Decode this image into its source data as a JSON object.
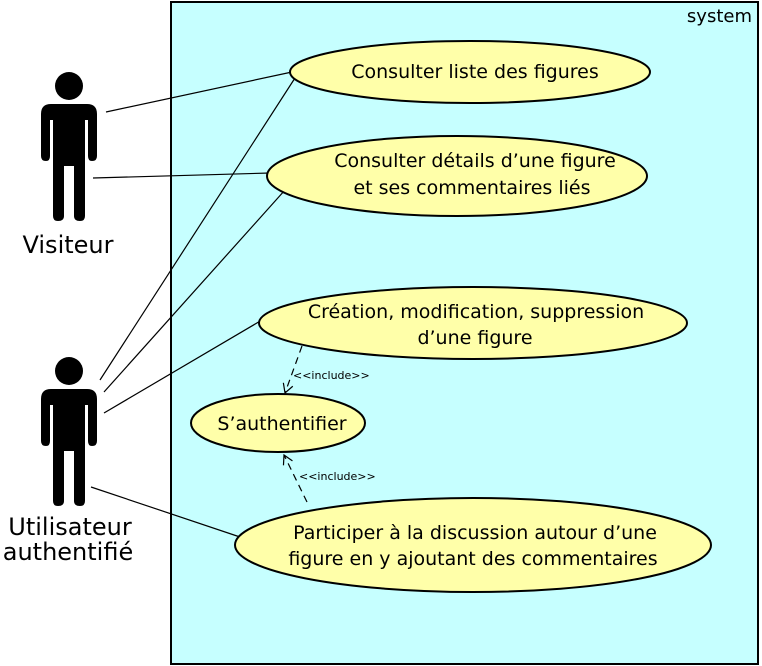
{
  "system": {
    "label": "system",
    "fill": "#c6ffff"
  },
  "actors": {
    "visitor": {
      "label": "Visiteur"
    },
    "user": {
      "label_line1": "Utilisateur",
      "label_line2": "authentifié"
    }
  },
  "use_cases": {
    "list": {
      "line1": "Consulter liste des figures"
    },
    "details": {
      "line1": "Consulter détails d’une figure",
      "line2": "et ses commentaires liés"
    },
    "crud": {
      "line1": "Création, modification, suppression",
      "line2": "d’une figure"
    },
    "auth": {
      "line1": "S’authentifier"
    },
    "discuss": {
      "line1": "Participer à la discussion autour d’une",
      "line2": "figure en y ajoutant des commentaires"
    }
  },
  "relations": {
    "include_label": "<<include>>"
  },
  "colors": {
    "use_case_fill": "#ffffa9",
    "outline": "#000000"
  }
}
